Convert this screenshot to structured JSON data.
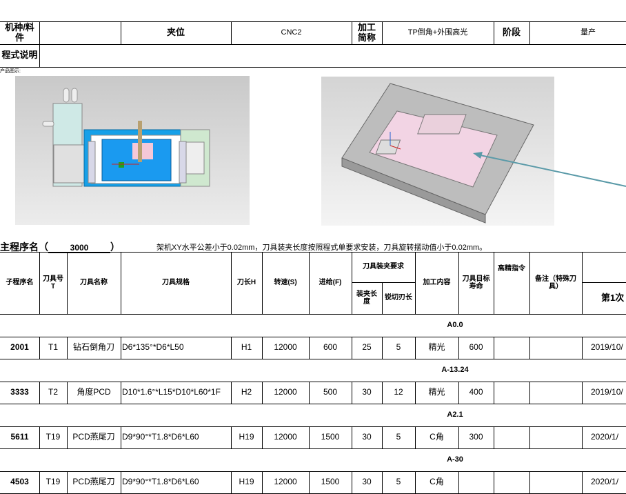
{
  "header": {
    "model_label": "机种/料件",
    "model_value": "",
    "position_label": "夹位",
    "position_value": "CNC2",
    "process_label": "加工简称",
    "process_value": "TP倒角+外围高光",
    "stage_label": "阶段",
    "stage_value": "量产",
    "program_desc_label": "程式说明",
    "program_desc_value": ""
  },
  "product_caption": "产品图示:",
  "images": {
    "left": "fixture-top-view",
    "right": "fixture-isometric-view",
    "arrow_color": "#5a9aa8"
  },
  "main_program": {
    "label": "主程序名（",
    "value": "3000",
    "close": "）",
    "note": "架机XY水平公差小于0.02mm，刀具装夹长度按照程式单要求安装，刀具旋转摆动值小于0.02mm。"
  },
  "columns": {
    "sub_program": "子程序名",
    "tool_no": "刀具号T",
    "tool_name": "刀具名称",
    "tool_spec": "刀具规格",
    "tool_length": "刀长H",
    "speed": "转速(S)",
    "feed": "进给(F)",
    "clamp_req": "刀具装夹要求",
    "clamp_length": "装夹长度",
    "cut_length": "锐切刃长",
    "content": "加工内容",
    "life": "刀具目标寿命",
    "hs_cmd": "高精指令",
    "remark": "备注（特殊刀具）",
    "first": "第1次"
  },
  "rows": [
    {
      "section": "A0.0",
      "sub": "2001",
      "t": "T1",
      "name": "钻石倒角刀",
      "spec": "D6*135°*D6*L50",
      "h": "H1",
      "s": "12000",
      "f": "600",
      "clamp": "25",
      "cut": "5",
      "content": "精光",
      "life": "600",
      "hs": "",
      "remark": "",
      "date": "2019/10/"
    },
    {
      "section": "A-13.24",
      "sub": "3333",
      "t": "T2",
      "name": "角度PCD",
      "spec": "D10*1.6°*L15*D10*L60*1F",
      "h": "H2",
      "s": "12000",
      "f": "500",
      "clamp": "30",
      "cut": "12",
      "content": "精光",
      "life": "400",
      "hs": "",
      "remark": "",
      "date": "2019/10/"
    },
    {
      "section": "A2.1",
      "sub": "5611",
      "t": "T19",
      "name": "PCD燕尾刀",
      "spec": "D9*90°*T1.8*D6*L60",
      "h": "H19",
      "s": "12000",
      "f": "1500",
      "clamp": "30",
      "cut": "5",
      "content": "C角",
      "life": "300",
      "hs": "",
      "remark": "",
      "date": "2020/1/"
    },
    {
      "section": "A-30",
      "sub": "4503",
      "t": "T19",
      "name": "PCD燕尾刀",
      "spec": "D9*90°*T1.8*D6*L60",
      "h": "H19",
      "s": "12000",
      "f": "1500",
      "clamp": "30",
      "cut": "5",
      "content": "C角",
      "life": "",
      "hs": "",
      "remark": "",
      "date": "2020/1/"
    }
  ]
}
